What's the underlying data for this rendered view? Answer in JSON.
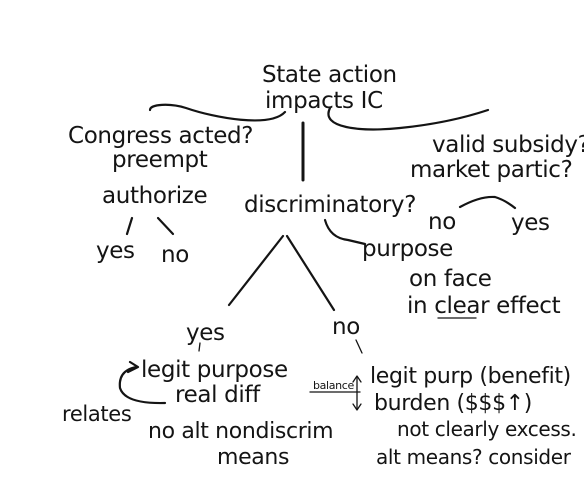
{
  "colors": {
    "ink": "#141414",
    "background": "#ffffff"
  },
  "nodes": {
    "root": {
      "line1": "State action",
      "line2": "impacts IC"
    },
    "congress": {
      "line1": "Congress acted?",
      "line2": "preempt",
      "line3": "authorize",
      "yes": "yes",
      "no": "no"
    },
    "subsidy": {
      "line1": "valid subsidy?",
      "line2": "market partic?",
      "no": "no",
      "yes": "yes"
    },
    "discriminatory": {
      "label": "discriminatory?",
      "purpose": "purpose",
      "on_face": "on face",
      "clear_effect": "in clear effect"
    },
    "yes_branch": {
      "label": "yes",
      "legit_purpose": "legit purpose",
      "real_diff": "real diff",
      "relates": "relates",
      "no_alt": "no alt nondiscrim",
      "means": "means"
    },
    "no_branch": {
      "label": "no",
      "balance": "balance",
      "legit_purp": "legit purp (benefit)",
      "burden": "burden ($$$↑)",
      "not_clearly": "not clearly excess.",
      "alt_means": "alt means? consider"
    }
  }
}
